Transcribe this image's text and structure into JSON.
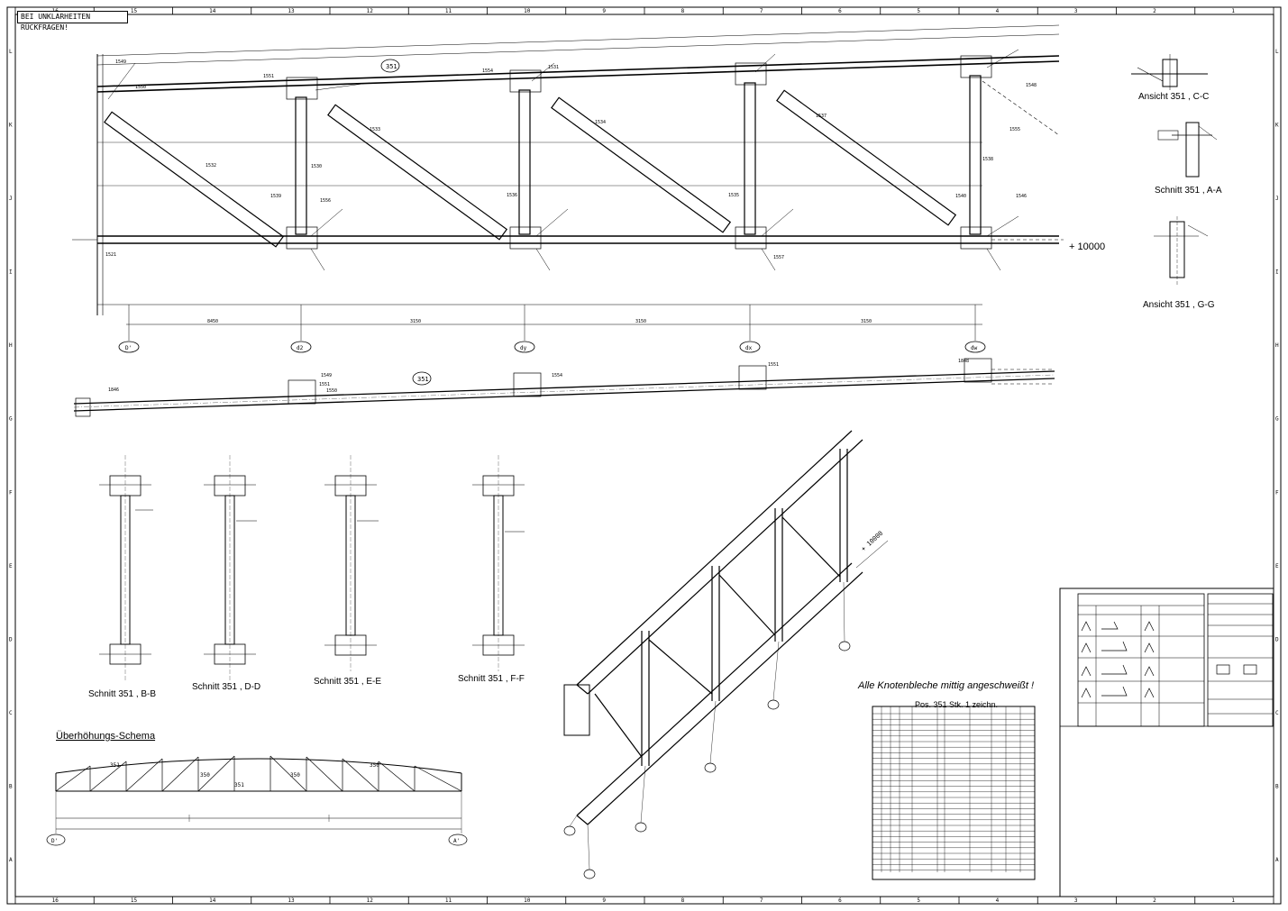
{
  "sheet": {
    "warning_text": "BEI UNKLARHEITEN RÜCKFRAGEN!",
    "frame_top_numbers": [
      "16",
      "15",
      "14",
      "13",
      "12",
      "11",
      "10",
      "9",
      "8",
      "7",
      "6",
      "5",
      "4",
      "3",
      "2",
      "1"
    ],
    "frame_row_letters": [
      "L",
      "K",
      "J",
      "I",
      "H",
      "G",
      "F",
      "E",
      "D",
      "C",
      "B",
      "A"
    ]
  },
  "main_elevation": {
    "ref_number": "351",
    "elevation_label": "+ 10000",
    "axis_labels": [
      "D'",
      "d2",
      "dy",
      "dx",
      "dw"
    ],
    "dims_bottom": [
      "8450",
      "3150",
      "3150",
      "3150"
    ],
    "member_labels": [
      "1532",
      "1533",
      "1534",
      "1537",
      "1530",
      "1535",
      "1536",
      "1538",
      "1521",
      "1549",
      "1550",
      "1551",
      "1554",
      "1556",
      "1557",
      "1546",
      "1531",
      "1548",
      "1555",
      "1539",
      "1540"
    ]
  },
  "plan_view": {
    "ref_number": "351",
    "member_labels": [
      "1549",
      "1551",
      "1550",
      "1554",
      "1551",
      "1848",
      "1846"
    ]
  },
  "sections": {
    "cc_title": "Ansicht 351 , C-C",
    "aa_title": "Schnitt 351 , A-A",
    "gg_title": "Ansicht 351 , G-G",
    "bb_title": "Schnitt 351 , B-B",
    "dd_title": "Schnitt 351 , D-D",
    "ee_title": "Schnitt 351 , E-E",
    "ff_title": "Schnitt 351 , F-F"
  },
  "notes": {
    "knotenbleche": "Alle Knotenbleche mittig angeschweißt !",
    "camber_title": "Überhöhungs-Schema",
    "camber_labels": [
      "351",
      "350",
      "351",
      "350",
      "350"
    ],
    "camber_axis_left": "D'",
    "camber_axis_right": "A'",
    "parts_header": "Pos.  351  Stk.  1  zeichn."
  },
  "iso_view": {
    "elevation_label": "+ 10000"
  }
}
